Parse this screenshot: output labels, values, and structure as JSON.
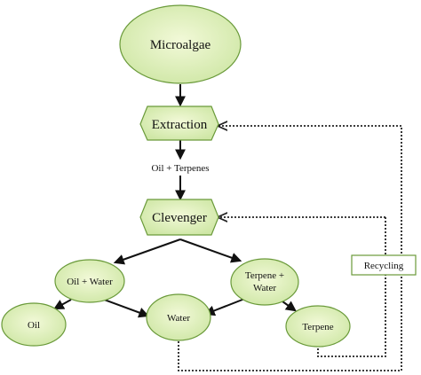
{
  "nodes": {
    "microalgae": "Microalgae",
    "extraction": "Extraction",
    "oil_terpenes": "Oil + Terpenes",
    "clevenger": "Clevenger",
    "oil_water": "Oil + Water",
    "terpene_water_line1": "Terpene +",
    "terpene_water_line2": "Water",
    "oil": "Oil",
    "water": "Water",
    "terpene": "Terpene",
    "recycling": "Recycling"
  },
  "colors": {
    "node_fill_light": "#f2f9d8",
    "node_fill_dark": "#cfe7a6",
    "node_stroke": "#6a9a3a"
  }
}
